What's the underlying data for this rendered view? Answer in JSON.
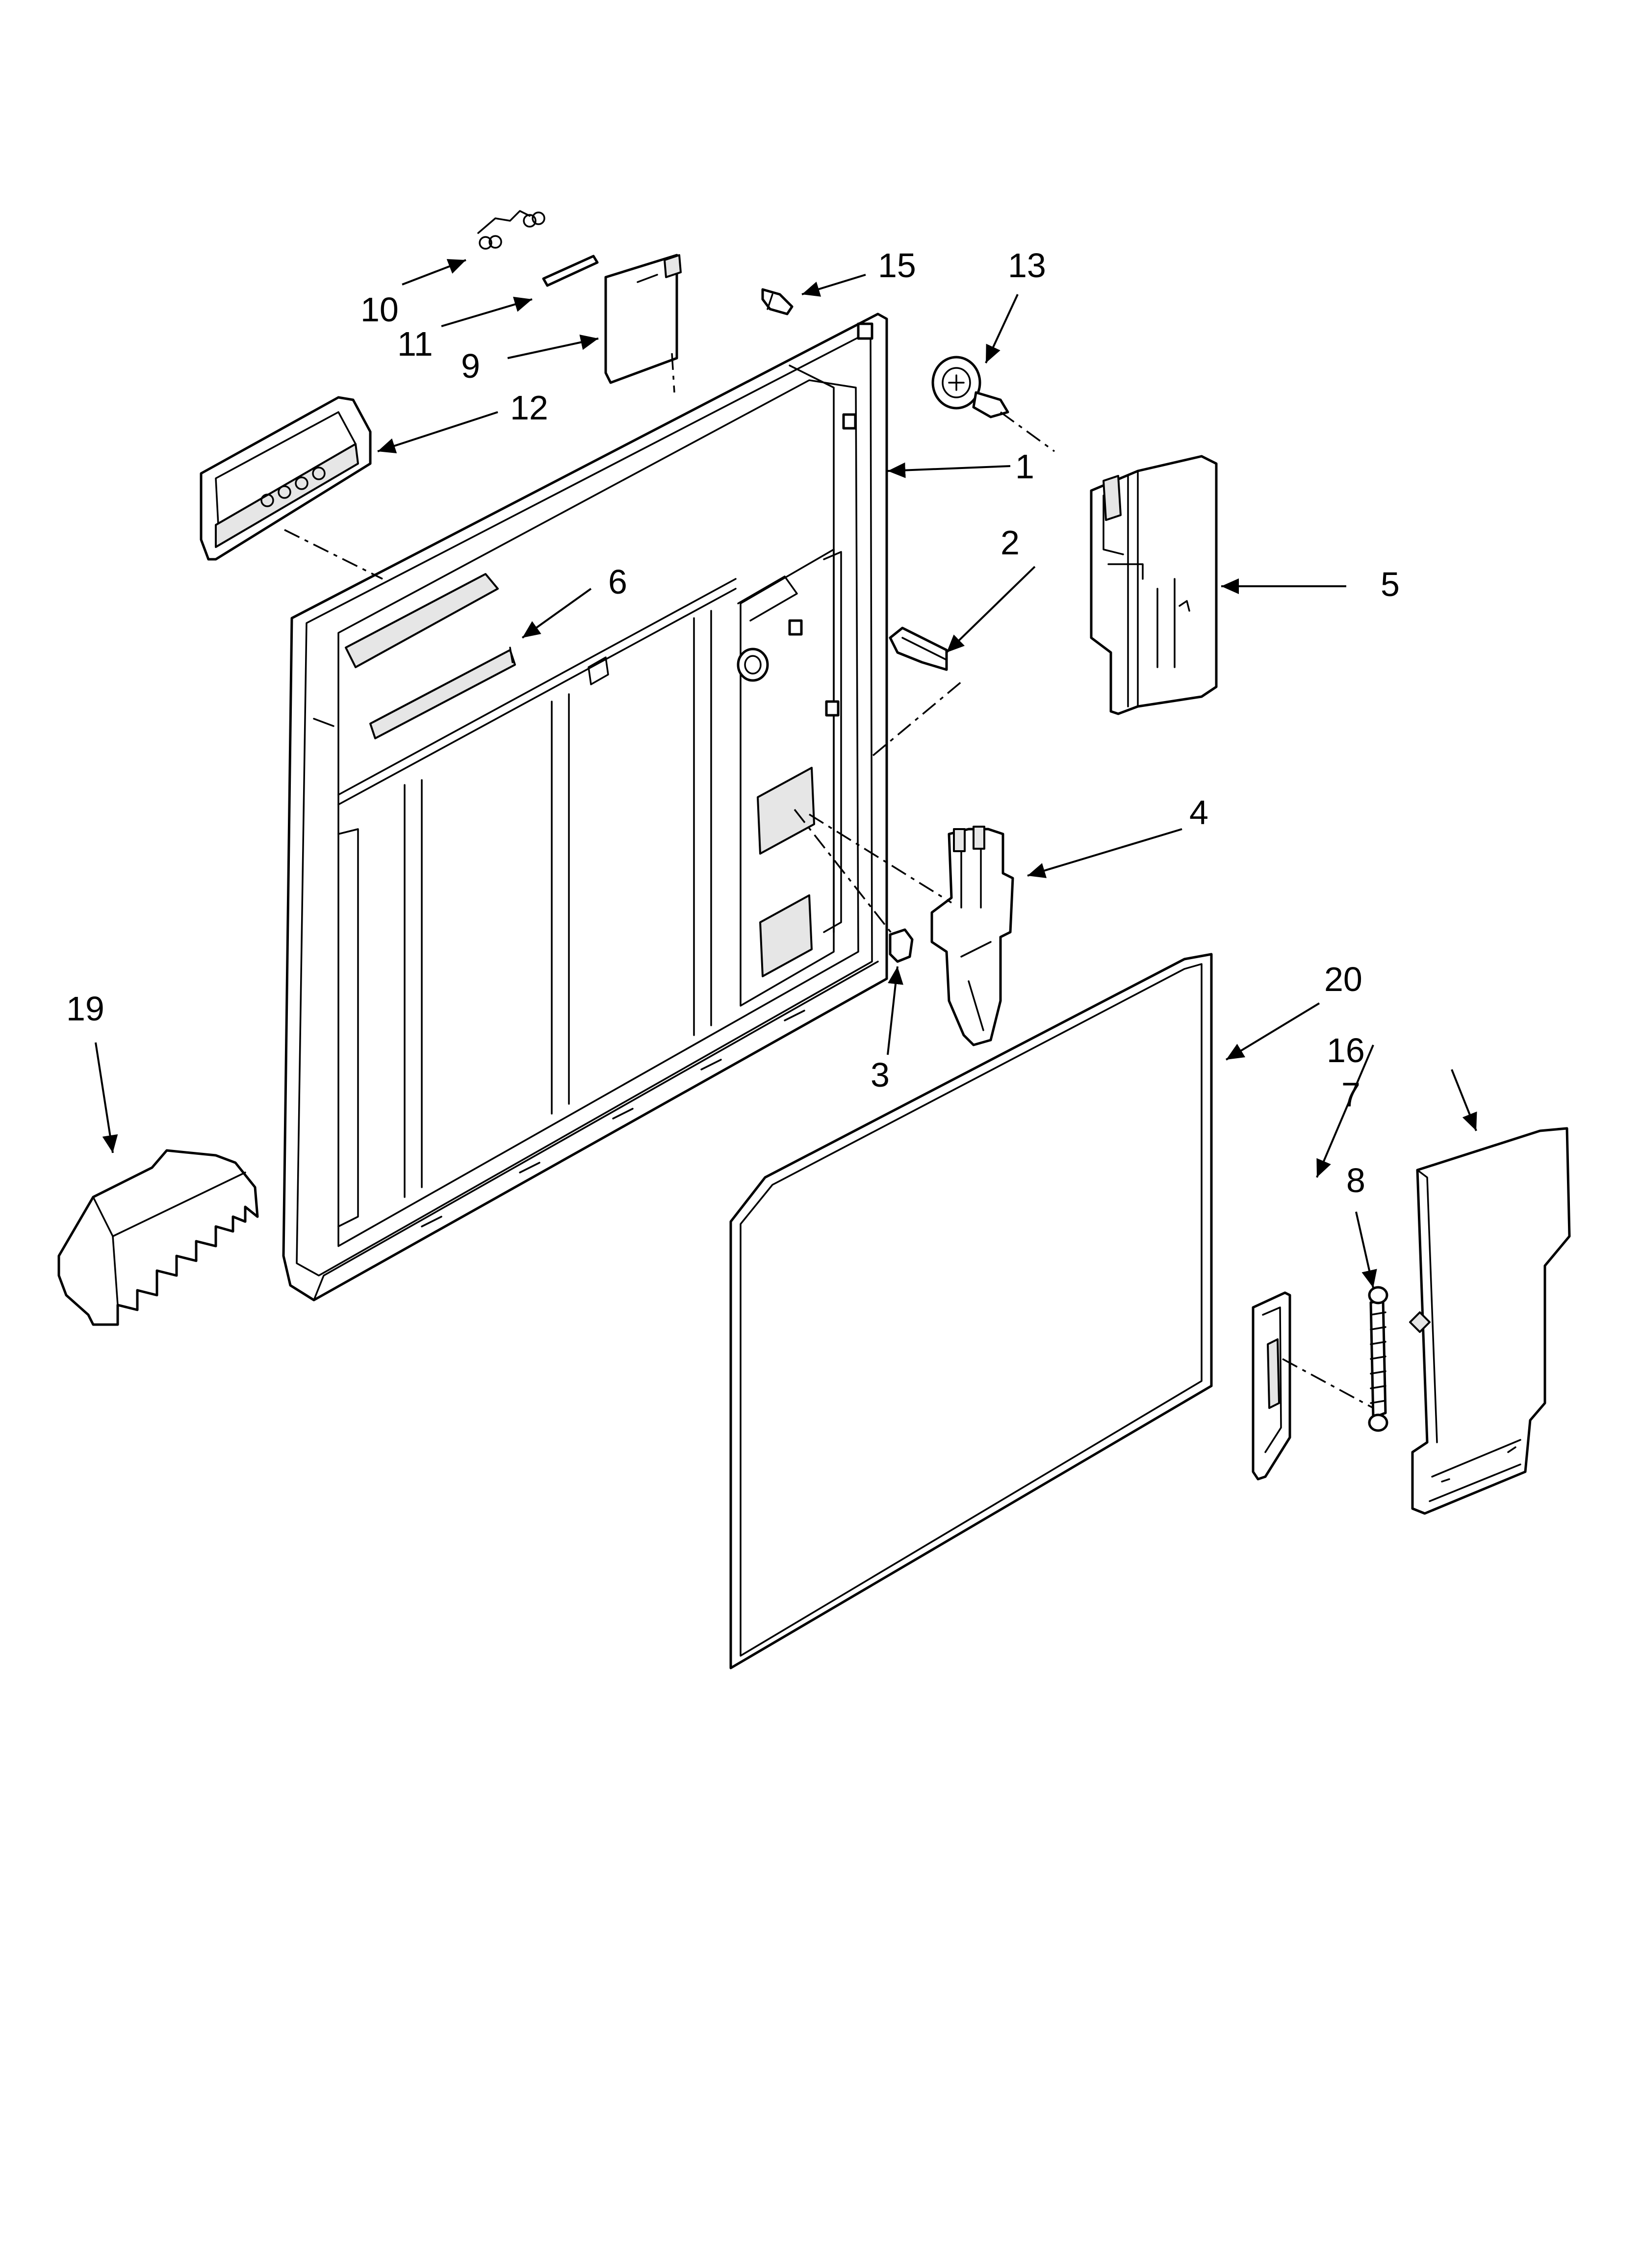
{
  "diagram": {
    "type": "exploded-parts-view",
    "callouts": [
      "1",
      "2",
      "3",
      "4",
      "5",
      "6",
      "7",
      "8",
      "9",
      "10",
      "11",
      "12",
      "13",
      "15",
      "16",
      "19",
      "20"
    ]
  }
}
